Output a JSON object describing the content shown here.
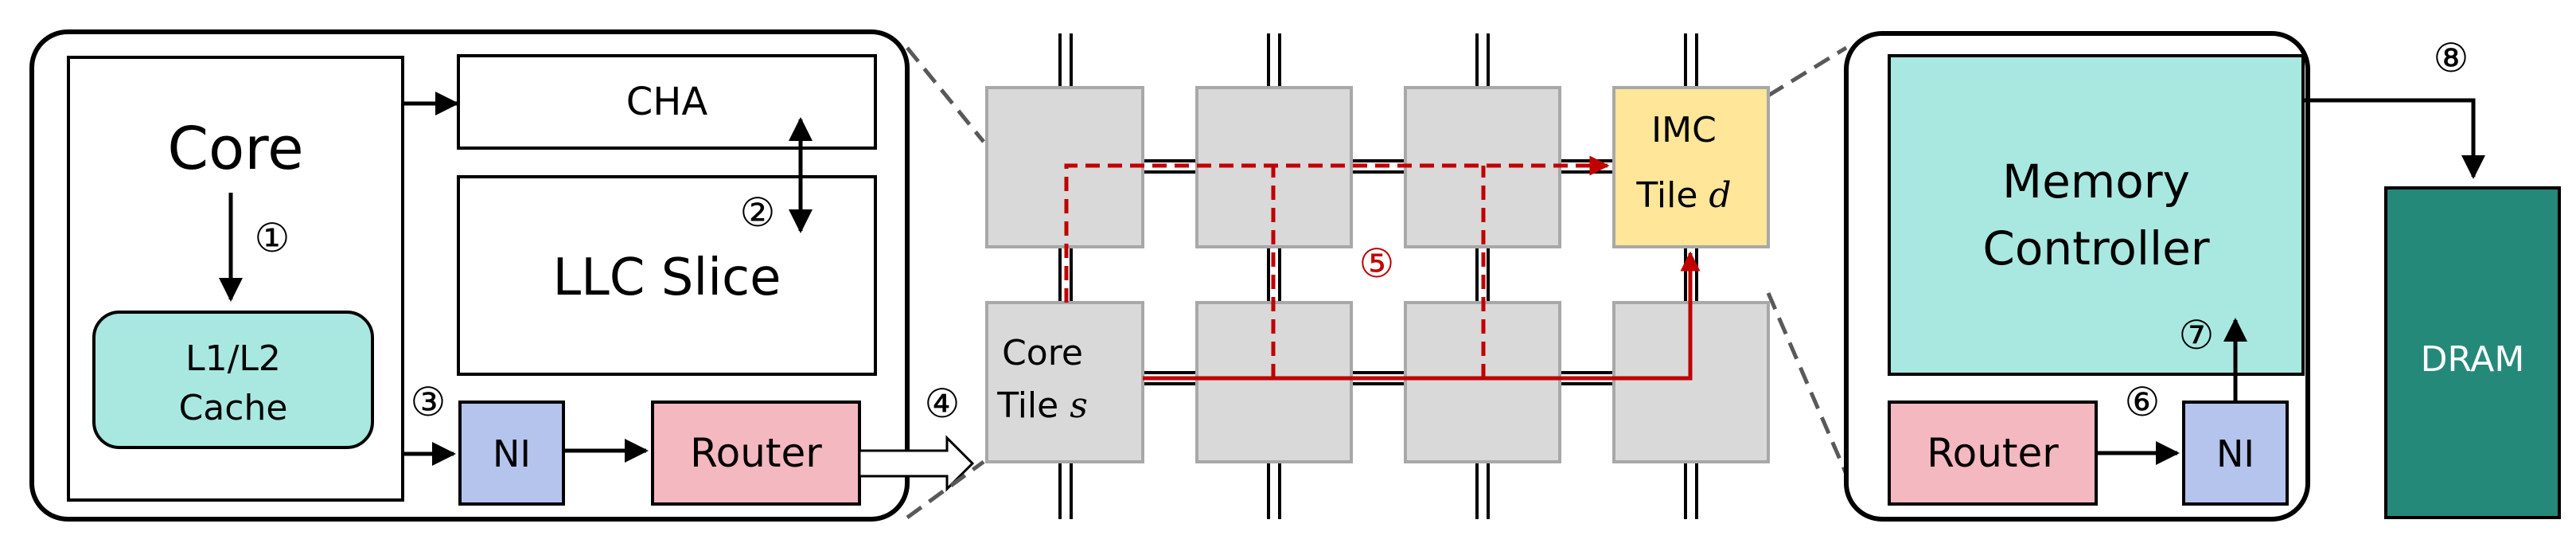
{
  "core_tile": {
    "core": "Core",
    "cache_line1": "L1/L2",
    "cache_line2": "Cache",
    "cha": "CHA",
    "llc": "LLC Slice",
    "ni": "NI",
    "router": "Router"
  },
  "mesh": {
    "core_tile_line1": "Core",
    "core_tile_line2_prefix": "Tile ",
    "core_tile_var": "s",
    "imc_tile_line1": "IMC",
    "imc_tile_line2_prefix": "Tile ",
    "imc_tile_var": "d"
  },
  "imc_tile": {
    "mc_line1": "Memory",
    "mc_line2": "Controller",
    "router": "Router",
    "ni": "NI",
    "dram": "DRAM"
  },
  "steps": {
    "s1": "①",
    "s2": "②",
    "s3": "③",
    "s4": "④",
    "s5": "⑤",
    "s6": "⑥",
    "s7": "⑦",
    "s8": "⑧"
  },
  "colors": {
    "cache_fill": "#a8e8e0",
    "ni_fill": "#b4c4ec",
    "router_fill": "#f4b8c0",
    "tile_fill": "#d9d9d9",
    "tile_stroke": "#a8a8a8",
    "imc_fill": "#ffe699",
    "mc_fill": "#a8e8e0",
    "dram_fill": "#25897a",
    "path_red": "#c00000"
  }
}
